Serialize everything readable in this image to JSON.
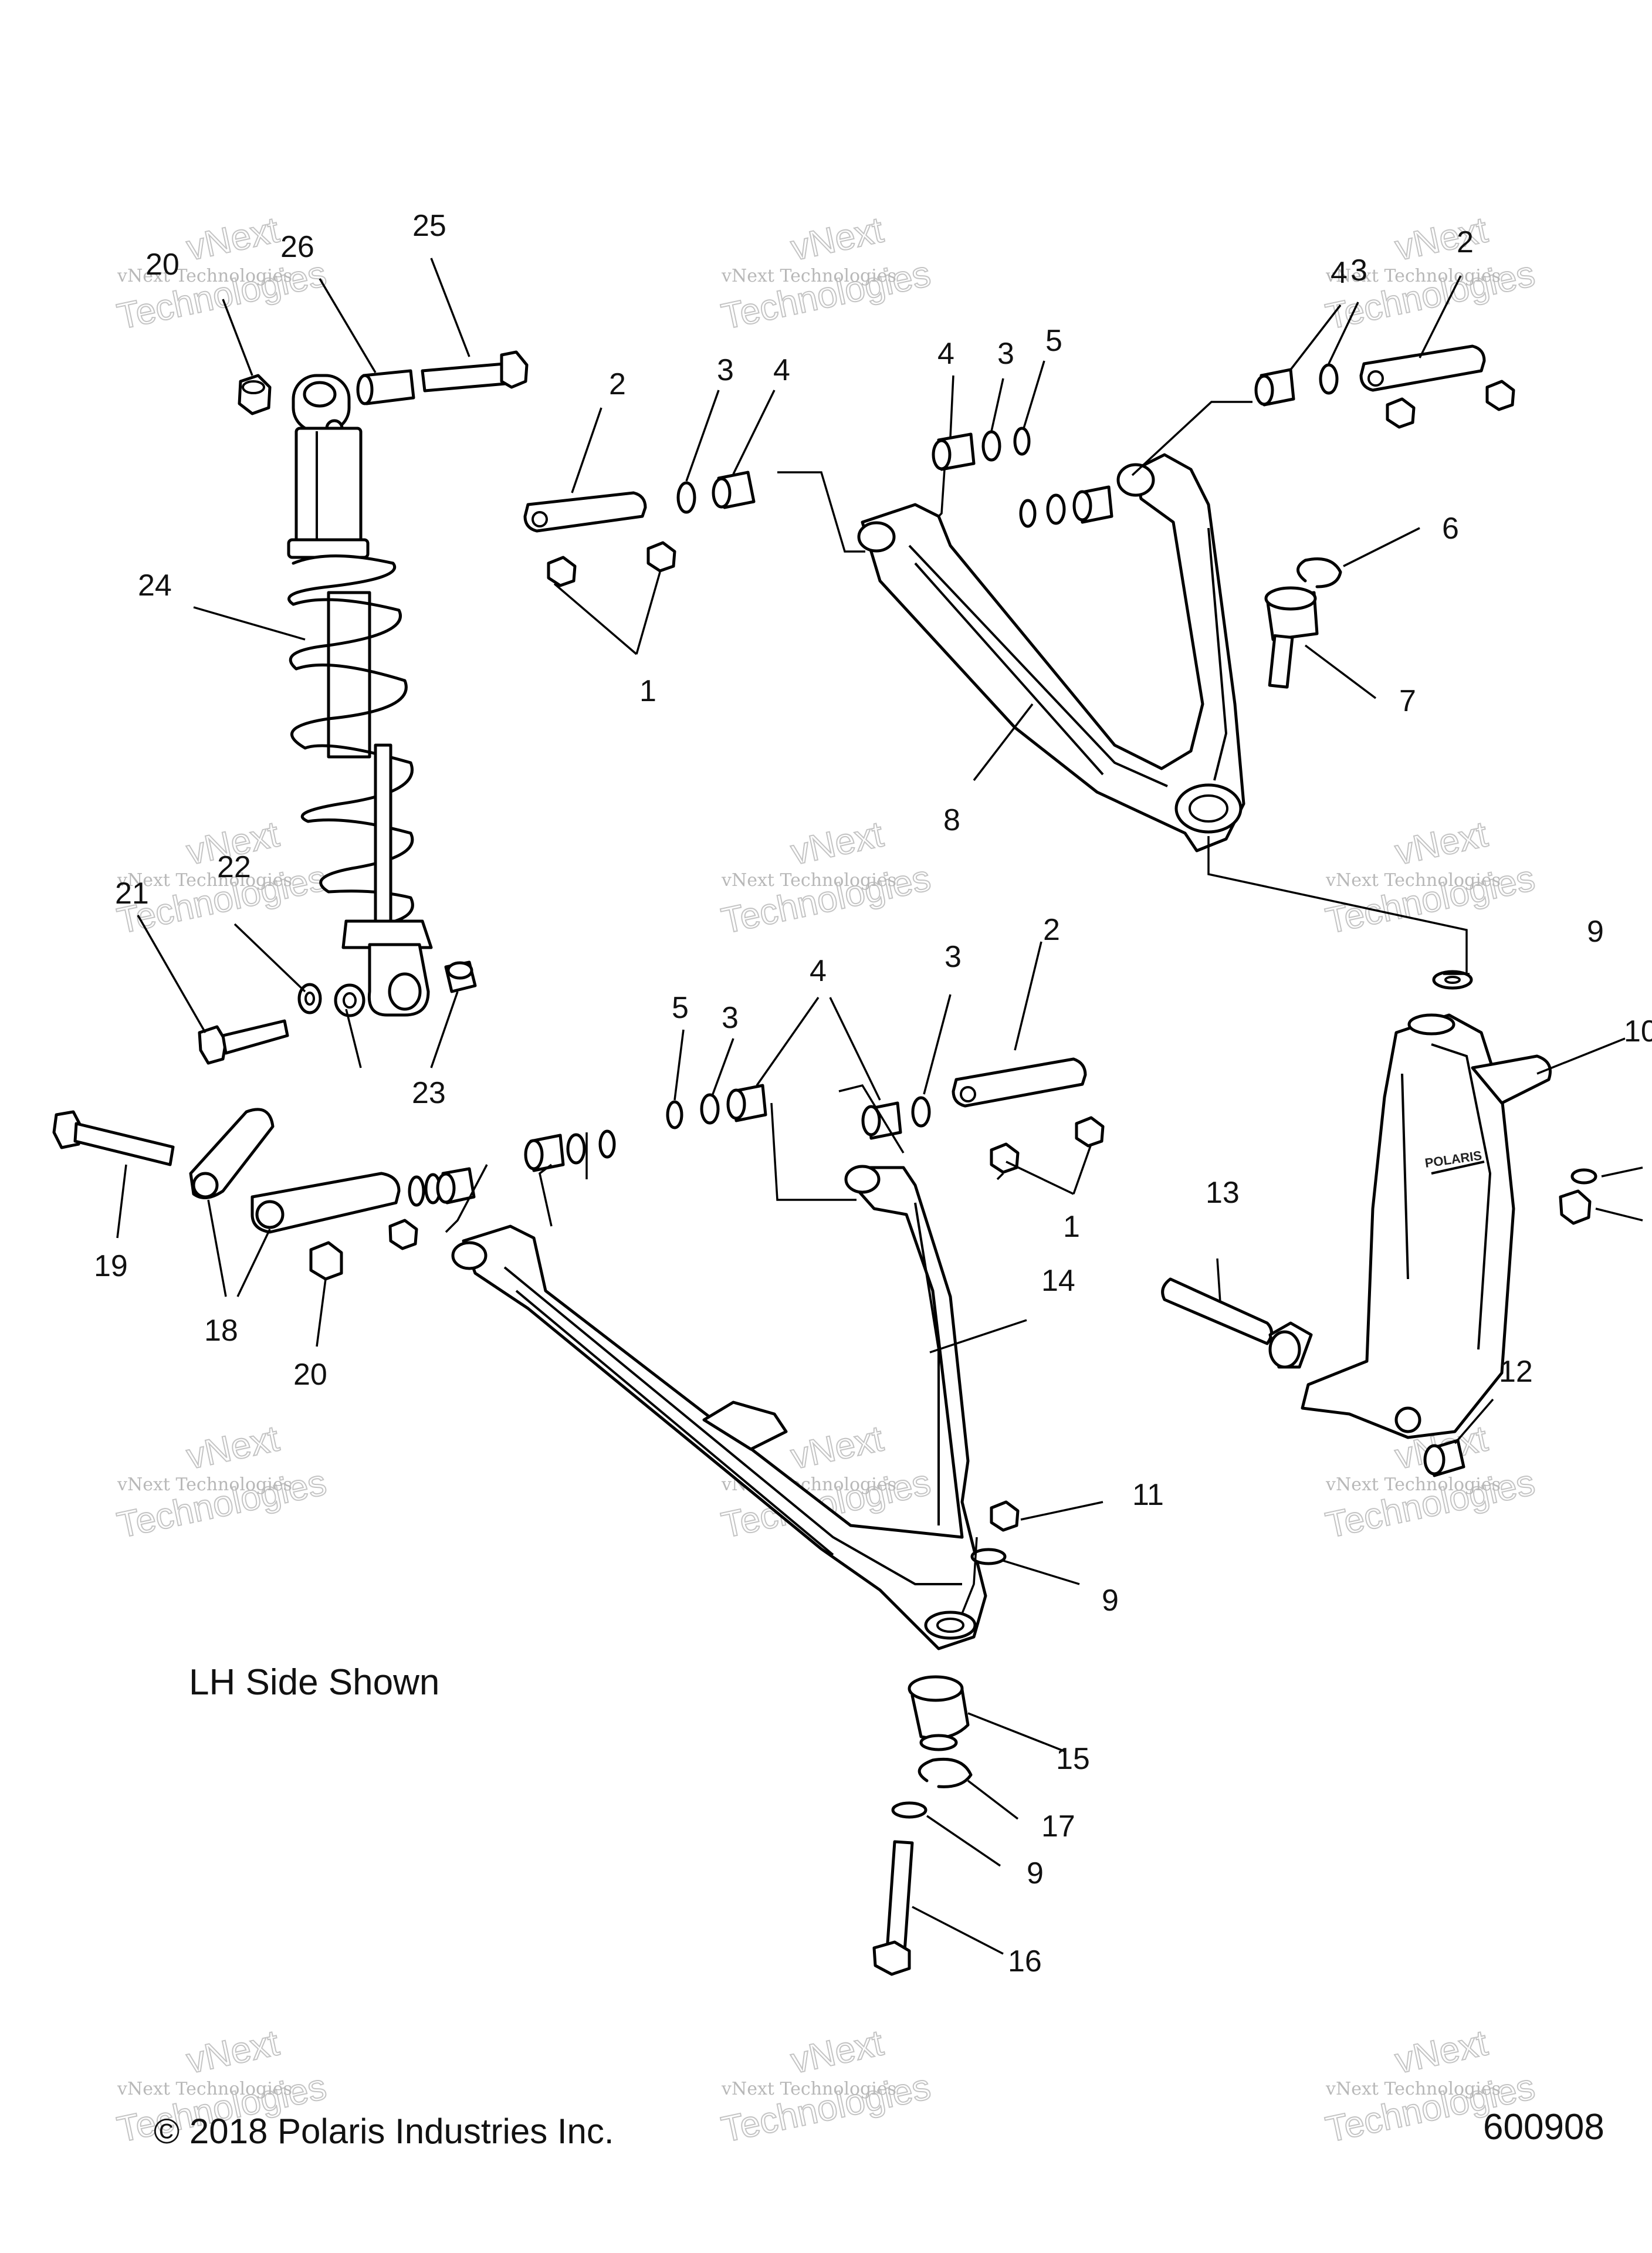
{
  "caption": "LH Side Shown",
  "copyright": "© 2018 Polaris Industries Inc.",
  "diagram_number": "600908",
  "watermark": {
    "line1": "vNext",
    "line2": "Technologies",
    "line3": "vNext Technologies"
  },
  "callouts": {
    "c20a": "20",
    "c26": "26",
    "c25": "25",
    "c24": "24",
    "c21": "21",
    "c22": "22",
    "c23": "23",
    "c19": "19",
    "c18": "18",
    "c20b": "20",
    "c2a": "2",
    "c3a": "3",
    "c4a": "4",
    "c1a": "1",
    "c4b": "4",
    "c3b": "3",
    "c5a": "5",
    "c4c": "4",
    "c3c": "3",
    "c2b": "2",
    "c6": "6",
    "c7": "7",
    "c8": "8",
    "c9a": "9",
    "c10": "10",
    "c13": "13",
    "c12": "12",
    "c5b": "5",
    "c3d": "3",
    "c4d": "4",
    "c3e": "3",
    "c2c": "2",
    "c1b": "1",
    "c14": "14",
    "c11": "11",
    "c9b": "9",
    "c15": "15",
    "c17": "17",
    "c9c": "9",
    "c16": "16"
  }
}
